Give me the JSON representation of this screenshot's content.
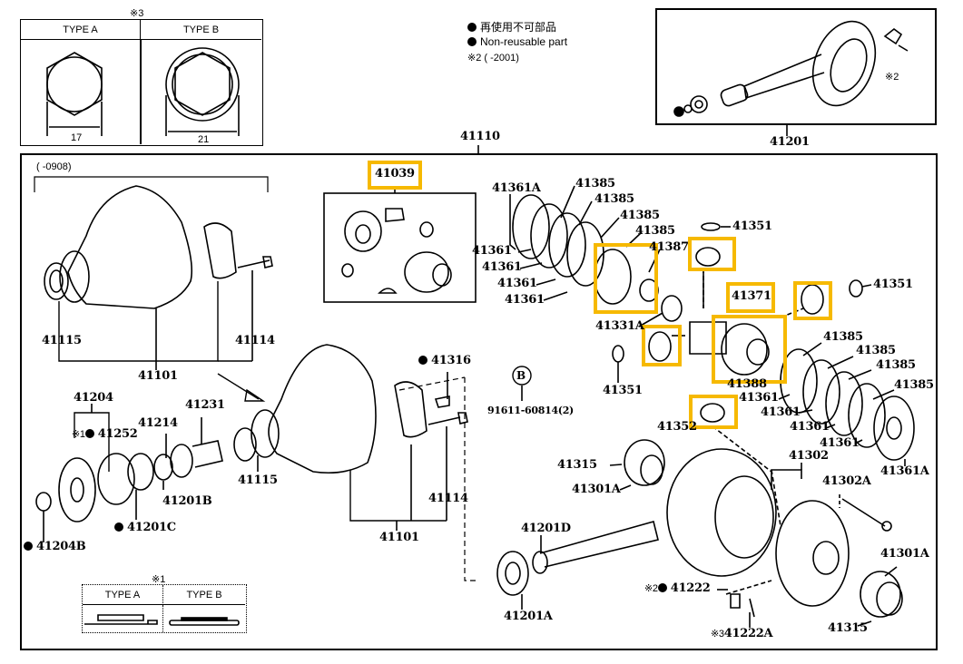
{
  "legend": {
    "jp_text": "再使用不可部品",
    "en_text": "Non-reusable part",
    "note2": "※2 (      -2001)"
  },
  "nut_table": {
    "marker": "※3",
    "type_a": "TYPE A",
    "type_b": "TYPE B",
    "size_a": "17",
    "size_b": "21"
  },
  "washer_table": {
    "marker": "※1",
    "type_a": "TYPE A",
    "type_b": "TYPE B"
  },
  "assembly_label": "41110",
  "inset_41201": {
    "label": "41201",
    "marker": "※2"
  },
  "housing_group": {
    "date_note": "(      -0908)"
  },
  "circle_b": {
    "letter": "B",
    "label": "91611-60814(2)"
  },
  "highlight_color": "#f6b900",
  "labels": {
    "p41039": "41039",
    "p41115a": "41115",
    "p41114a": "41114",
    "p41101a": "41101",
    "p41115b": "41115",
    "p41114b": "41114",
    "p41101b": "41101",
    "p41316": "41316",
    "p41204": "41204",
    "p41252_prefix": "※1",
    "p41252": "41252",
    "p41214": "41214",
    "p41231": "41231",
    "p41201b": "41201B",
    "p41201c": "41201C",
    "p41204b": "41204B",
    "p41361a_top": "41361A",
    "p41385_1": "41385",
    "p41385_2": "41385",
    "p41385_3": "41385",
    "p41385_4": "41385",
    "p41387": "41387",
    "p41361_1": "41361",
    "p41361_2": "41361",
    "p41361_3": "41361",
    "p41361_4": "41361",
    "p41331a": "41331A",
    "p41351_top": "41351",
    "p41371": "41371",
    "p41351_right": "41351",
    "p41351_left": "41351",
    "p41388": "41388",
    "p41352": "41352",
    "p41385_5": "41385",
    "p41385_6": "41385",
    "p41385_7": "41385",
    "p41385_8": "41385",
    "p41361_5": "41361",
    "p41361_6": "41361",
    "p41361_7": "41361",
    "p41361_8": "41361",
    "p41361a_bot": "41361A",
    "p41315_top": "41315",
    "p41301a_top": "41301A",
    "p41302": "41302",
    "p41302a": "41302A",
    "p41201d": "41201D",
    "p41201a": "41201A",
    "p41222_prefix": "※2",
    "p41222": "41222",
    "p41222a_prefix": "※3",
    "p41222a": "41222A",
    "p41301a_bot": "41301A",
    "p41315_bot": "41315"
  }
}
